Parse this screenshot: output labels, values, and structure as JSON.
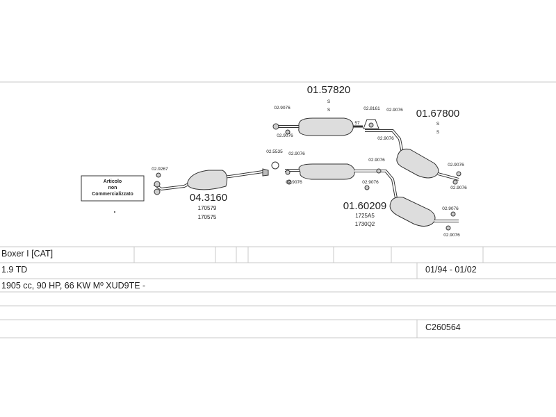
{
  "notice": {
    "line1": "Articolo",
    "line2": "non",
    "line3": "Commercializzato"
  },
  "parts": {
    "p_04_3160": "04.3160",
    "p_170579": "170579",
    "p_170575": "170575",
    "p_02_9267": "02.9267",
    "p_01_57820": "01.57820",
    "s1": "S",
    "s2": "S",
    "p_01_67800": "01.67800",
    "s3": "S",
    "s4": "S",
    "p_02_9076_a": "02.9076",
    "p_02_9076_b": "02.9076",
    "p_02_8161": "02.8161",
    "p_02_9076_c": "02.9076",
    "p_57": "57",
    "p_02_9076_d": "02.9076",
    "p_02_5535": "02.5535",
    "p_02_9076_e": "02.9076",
    "p_02_9076_f": "02.9076",
    "p_02_9076_g": "02.9076",
    "p_02_9076_h": "02.9076",
    "p_02_9076_i": "02.9076",
    "p_02_9076_j": "02.9076",
    "p_01_60209": "01.60209",
    "p_1725A5": "1725A5",
    "p_1730Q2": "1730Q2",
    "p_02_9076_k": "02.9076",
    "p_02_9076_l": "02.9076"
  },
  "table": {
    "model": "Boxer I [CAT]",
    "engine": "1.9 TD",
    "years": "01/94 - 01/02",
    "specs": "1905 cc, 90 HP, 66 KW Mº XUD9TE -",
    "code": "C260564"
  }
}
